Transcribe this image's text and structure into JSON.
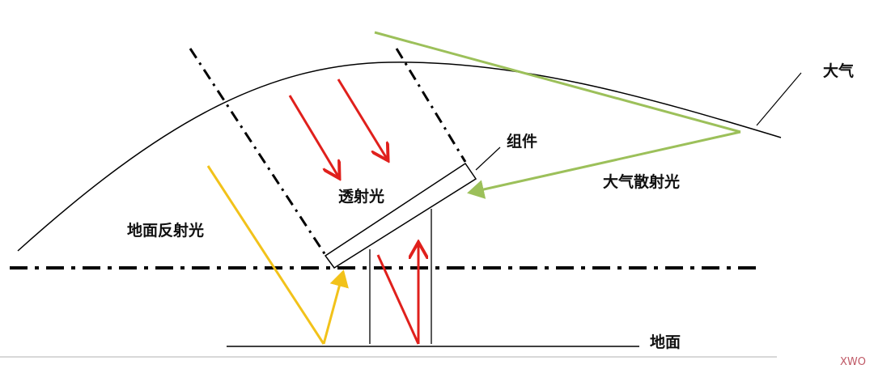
{
  "labels": {
    "atmosphere": "大气",
    "module": "组件",
    "scattered_light": "大气散射光",
    "transmitted_light": "透射光",
    "ground_reflected_light": "地面反射光",
    "ground": "地面"
  },
  "watermark": "XWO",
  "colors": {
    "direct_light": "#e0201c",
    "scattered_light": "#9cc05a",
    "reflected_light": "#f2c21a",
    "lines": "#000000"
  }
}
